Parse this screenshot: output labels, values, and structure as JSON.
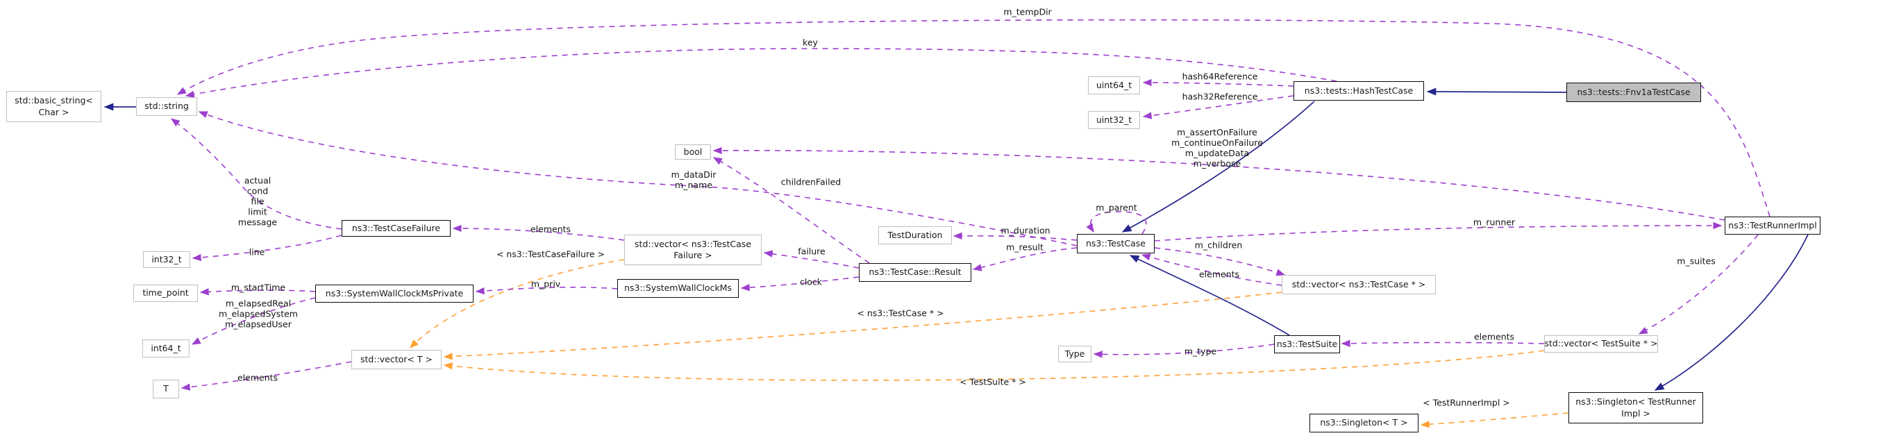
{
  "diagram_title": "ns3::tests::Fnv1aTestCase collaboration graph",
  "colors": {
    "usage_edge": "#9c3fce",
    "template_edge": "#ffa033",
    "inheritance_edge": "#26258c",
    "plain_node_border": "#bfbfbf",
    "linked_node_border": "#0b0b0b",
    "current_node_fill": "#bfbfbf",
    "node_fill": "#ffffff"
  },
  "nodes": {
    "basic_string": {
      "lines": [
        "std::basic_string<",
        "Char >"
      ]
    },
    "std_string": {
      "lines": [
        "std::string"
      ]
    },
    "uint64_t": {
      "lines": [
        "uint64_t"
      ]
    },
    "uint32_t": {
      "lines": [
        "uint32_t"
      ]
    },
    "hash_test_case": {
      "lines": [
        "ns3::tests::HashTestCase"
      ]
    },
    "fnv1a_test_case": {
      "lines": [
        "ns3::tests::Fnv1aTestCase"
      ]
    },
    "bool": {
      "lines": [
        "bool"
      ]
    },
    "test_case_failure": {
      "lines": [
        "ns3::TestCaseFailure"
      ]
    },
    "vector_test_case_failure": {
      "lines": [
        "std::vector< ns3::TestCase",
        "Failure >"
      ]
    },
    "test_duration": {
      "lines": [
        "TestDuration"
      ]
    },
    "test_case": {
      "lines": [
        "ns3::TestCase"
      ]
    },
    "test_case_result": {
      "lines": [
        "ns3::TestCase::Result"
      ]
    },
    "vector_test_case_ptr": {
      "lines": [
        "std::vector< ns3::TestCase * >"
      ]
    },
    "int32_t": {
      "lines": [
        "int32_t"
      ]
    },
    "time_point": {
      "lines": [
        "time_point"
      ]
    },
    "system_wall_clock_ms_private": {
      "lines": [
        "ns3::SystemWallClockMsPrivate"
      ]
    },
    "system_wall_clock_ms": {
      "lines": [
        "ns3::SystemWallClockMs"
      ]
    },
    "int64_t": {
      "lines": [
        "int64_t"
      ]
    },
    "t": {
      "lines": [
        "T"
      ]
    },
    "vector_t": {
      "lines": [
        "std::vector< T >"
      ]
    },
    "type": {
      "lines": [
        "Type"
      ]
    },
    "test_suite": {
      "lines": [
        "ns3::TestSuite"
      ]
    },
    "vector_test_suite_ptr": {
      "lines": [
        "std::vector< TestSuite * >"
      ]
    },
    "test_runner_impl": {
      "lines": [
        "ns3::TestRunnerImpl"
      ]
    },
    "singleton_test_runner_impl": {
      "lines": [
        "ns3::Singleton< TestRunner",
        "Impl >"
      ]
    },
    "singleton_t": {
      "lines": [
        "ns3::Singleton< T >"
      ]
    }
  },
  "labels": {
    "tempdir": {
      "lines": [
        "m_tempDir"
      ]
    },
    "key": {
      "lines": [
        "key"
      ]
    },
    "hash64": {
      "lines": [
        "hash64Reference"
      ]
    },
    "hash32": {
      "lines": [
        "hash32Reference"
      ]
    },
    "runner_flags": {
      "lines": [
        "m_assertOnFailure",
        "m_continueOnFailure",
        "m_updateData",
        "m_verbose"
      ]
    },
    "name_group": {
      "lines": [
        "m_dataDir",
        "m_name"
      ]
    },
    "children_failed": {
      "lines": [
        "childrenFailed"
      ]
    },
    "parent": {
      "lines": [
        "m_parent"
      ]
    },
    "duration": {
      "lines": [
        "m_duration"
      ]
    },
    "result": {
      "lines": [
        "m_result"
      ]
    },
    "runner": {
      "lines": [
        "m_runner"
      ]
    },
    "children": {
      "lines": [
        "m_children"
      ]
    },
    "elements_test_case": {
      "lines": [
        "elements"
      ]
    },
    "failure": {
      "lines": [
        "failure"
      ]
    },
    "clock": {
      "lines": [
        "clock"
      ]
    },
    "elements_failure": {
      "lines": [
        "elements"
      ]
    },
    "tmpl_failure": {
      "lines": [
        "< ns3::TestCaseFailure >"
      ]
    },
    "failure_fields": {
      "lines": [
        "actual",
        "cond",
        "file",
        "limit",
        "message"
      ]
    },
    "line": {
      "lines": [
        "line"
      ]
    },
    "start_time": {
      "lines": [
        "m_startTime"
      ]
    },
    "elapsed": {
      "lines": [
        "m_elapsedReal",
        "m_elapsedSystem",
        "m_elapsedUser"
      ]
    },
    "priv": {
      "lines": [
        "m_priv"
      ]
    },
    "elements_t": {
      "lines": [
        "elements"
      ]
    },
    "tmpl_test_case": {
      "lines": [
        "< ns3::TestCase * >"
      ]
    },
    "tmpl_test_suite": {
      "lines": [
        "< TestSuite * >"
      ]
    },
    "type": {
      "lines": [
        "m_type"
      ]
    },
    "suites": {
      "lines": [
        "m_suites"
      ]
    },
    "elements_test_suite": {
      "lines": [
        "elements"
      ]
    },
    "tmpl_runner": {
      "lines": [
        "< TestRunnerImpl >"
      ]
    }
  }
}
